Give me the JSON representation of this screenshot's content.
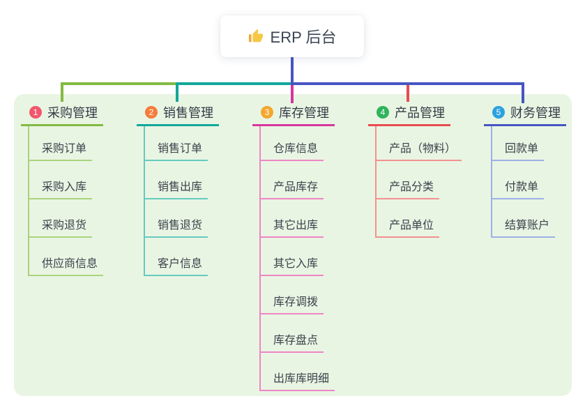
{
  "root": {
    "icon": "thumbs-up",
    "label": "ERP 后台"
  },
  "colors": {
    "canvas": "#ffffff",
    "panel": "#e9f5e3",
    "root_text": "#3b4553",
    "root_line": "#4656c3"
  },
  "mindmap": {
    "branches": [
      {
        "number": "1",
        "label": "采购管理",
        "colors": {
          "badge": "#f2566d",
          "line": "#82ba43",
          "child": "#a9d37d"
        },
        "children": [
          "采购订单",
          "采购入库",
          "采购退货",
          "供应商信息"
        ]
      },
      {
        "number": "2",
        "label": "销售管理",
        "colors": {
          "badge": "#f57c3c",
          "line": "#13a79b",
          "child": "#66cabf"
        },
        "children": [
          "销售订单",
          "销售出库",
          "销售退货",
          "客户信息"
        ]
      },
      {
        "number": "3",
        "label": "库存管理",
        "colors": {
          "badge": "#f3a72f",
          "line": "#d6369e",
          "child": "#ee85c5"
        },
        "children": [
          "仓库信息",
          "产品库存",
          "其它出库",
          "其它入库",
          "库存调拨",
          "库存盘点",
          "出库库明细"
        ]
      },
      {
        "number": "4",
        "label": "产品管理",
        "colors": {
          "badge": "#2fb45c",
          "line": "#e94b50",
          "child": "#f3908f"
        },
        "children": [
          "产品（物料）",
          "产品分类",
          "产品单位"
        ]
      },
      {
        "number": "5",
        "label": "财务管理",
        "colors": {
          "badge": "#2aa2df",
          "line": "#4656c3",
          "child": "#9db0e6"
        },
        "children": [
          "回款单",
          "付款单",
          "结算账户"
        ]
      }
    ]
  }
}
